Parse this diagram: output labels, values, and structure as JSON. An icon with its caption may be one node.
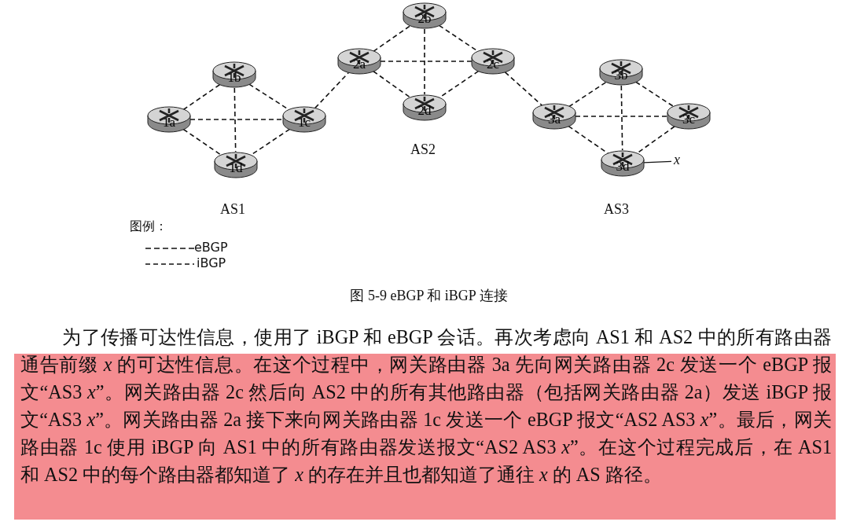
{
  "diagram": {
    "caption": "图 5-9 eBGP 和 iBGP 连接",
    "nodes": [
      {
        "text": [
          "1a"
        ]
      },
      {
        "text": [
          "1b"
        ]
      },
      {
        "text": [
          "1c"
        ]
      },
      {
        "text": [
          "1d"
        ]
      },
      {
        "text": [
          "2a"
        ]
      },
      {
        "text": [
          "2b"
        ]
      },
      {
        "text": [
          "2c"
        ]
      },
      {
        "text": [
          "2d"
        ]
      },
      {
        "text": [
          "3a"
        ]
      },
      {
        "text": [
          "3b"
        ]
      },
      {
        "text": [
          "3c"
        ]
      },
      {
        "text": [
          "3d"
        ]
      },
      {
        "text": [
          "x"
        ]
      }
    ],
    "edges": [
      {
        "from": 0,
        "to": 1,
        "arrow": "none",
        "style": "dashed"
      },
      {
        "from": 0,
        "to": 2,
        "arrow": "none",
        "style": "dashed"
      },
      {
        "from": 0,
        "to": 3,
        "arrow": "none",
        "style": "dashed"
      },
      {
        "from": 1,
        "to": 2,
        "arrow": "none",
        "style": "dashed"
      },
      {
        "from": 1,
        "to": 3,
        "arrow": "none",
        "style": "dashed"
      },
      {
        "from": 2,
        "to": 3,
        "arrow": "none",
        "style": "dashed"
      },
      {
        "from": 2,
        "to": 4,
        "arrow": "none",
        "style": "dashed"
      },
      {
        "from": 4,
        "to": 5,
        "arrow": "none",
        "style": "dashed"
      },
      {
        "from": 4,
        "to": 6,
        "arrow": "none",
        "style": "dashed"
      },
      {
        "from": 4,
        "to": 7,
        "arrow": "none",
        "style": "dashed"
      },
      {
        "from": 5,
        "to": 6,
        "arrow": "none",
        "style": "dashed"
      },
      {
        "from": 5,
        "to": 7,
        "arrow": "none",
        "style": "dashed"
      },
      {
        "from": 6,
        "to": 7,
        "arrow": "none",
        "style": "dashed"
      },
      {
        "from": 6,
        "to": 8,
        "arrow": "none",
        "style": "dashed"
      },
      {
        "from": 8,
        "to": 9,
        "arrow": "none",
        "style": "dashed"
      },
      {
        "from": 8,
        "to": 10,
        "arrow": "none",
        "style": "dashed"
      },
      {
        "from": 8,
        "to": 11,
        "arrow": "none",
        "style": "dashed"
      },
      {
        "from": 9,
        "to": 10,
        "arrow": "none",
        "style": "dashed"
      },
      {
        "from": 9,
        "to": 11,
        "arrow": "none",
        "style": "dashed"
      },
      {
        "from": 10,
        "to": 11,
        "arrow": "none",
        "style": "dashed"
      },
      {
        "from": 11,
        "to": 12,
        "arrow": "none"
      }
    ],
    "labels": [
      "AS2",
      "AS1",
      "AS3",
      "图例：",
      "为了传播可达性信息，使用了 iBGP 和 eBGP 会话。再次考虑向 AS1 和 AS2 中的所有路由器通告前缀 *x* 的可达性信息。在这个过程中，网关路由器 3a 先向网关路由器 2c 发送一个 eBGP 报文“AS3 *x*”。网关路由器 2c 然后向 AS2 中的所有其他路由器（包括网关路由器 2a）发送 iBGP 报文“AS3 *x*”。网关路由器 2a 接下来向网关路由器 1c 发送一个 eBGP 报文“AS2 AS3 *x*”。最后，网关路由器 1c 使用 iBGP 向 AS1 中的所有路由器发送报文“AS2 AS3 *x*”。在这个过程完成后，在 AS1 和 AS2 中的每个路由器都知道了 *x* 的存在并且也都知道了通往 *x* 的 AS 路径。"
    ],
    "legend": [
      {
        "text": "eBGP"
      },
      {
        "text": "iBGP"
      }
    ]
  }
}
